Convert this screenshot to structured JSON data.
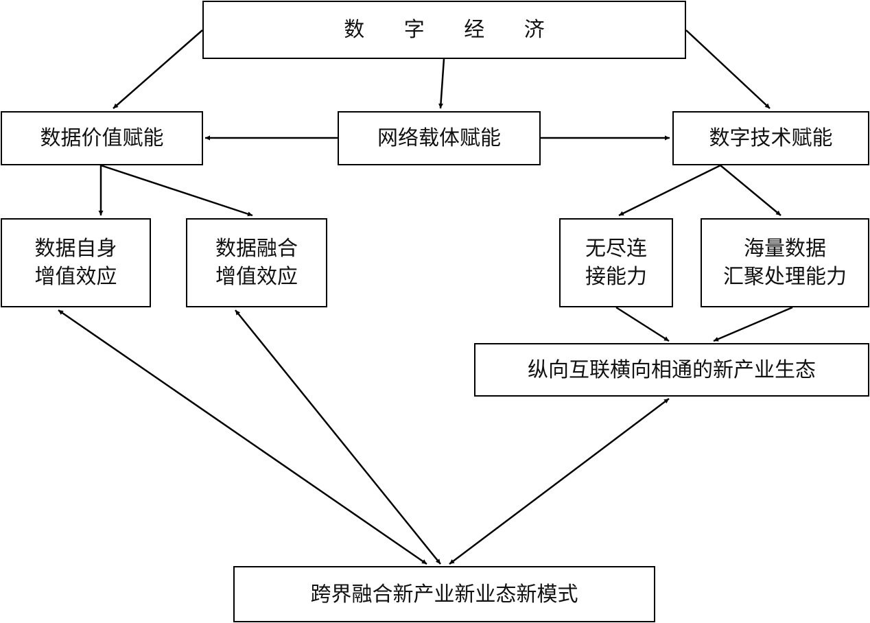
{
  "diagram": {
    "nodes": {
      "digital_economy": "数 字 经 济",
      "data_value": "数据价值赋能",
      "network_carrier": "网络载体赋能",
      "digital_tech": "数字技术赋能",
      "data_self": [
        "数据自身",
        "增值效应"
      ],
      "data_fusion": [
        "数据融合",
        "增值效应"
      ],
      "infinite_connect": [
        "无尽连",
        "接能力"
      ],
      "massive_data": [
        "海量数据",
        "汇聚处理能力"
      ],
      "new_ecosystem": "纵向互联横向相通的新产业生态",
      "cross_border": "跨界融合新产业新业态新模式"
    },
    "edges": [
      {
        "from": "digital_economy",
        "to": "data_value",
        "kind": "arrow"
      },
      {
        "from": "digital_economy",
        "to": "network_carrier",
        "kind": "arrow"
      },
      {
        "from": "digital_economy",
        "to": "digital_tech",
        "kind": "arrow"
      },
      {
        "from": "network_carrier",
        "to": "data_value",
        "kind": "arrow"
      },
      {
        "from": "network_carrier",
        "to": "digital_tech",
        "kind": "arrow"
      },
      {
        "from": "data_value",
        "to": "data_self",
        "kind": "arrow"
      },
      {
        "from": "data_value",
        "to": "data_fusion",
        "kind": "arrow"
      },
      {
        "from": "digital_tech",
        "to": "infinite_connect",
        "kind": "arrow"
      },
      {
        "from": "digital_tech",
        "to": "massive_data",
        "kind": "arrow"
      },
      {
        "from": "infinite_connect",
        "to": "new_ecosystem",
        "kind": "arrow"
      },
      {
        "from": "massive_data",
        "to": "new_ecosystem",
        "kind": "arrow"
      },
      {
        "from": "data_self",
        "to": "cross_border",
        "kind": "double-arrow"
      },
      {
        "from": "data_fusion",
        "to": "cross_border",
        "kind": "double-arrow"
      },
      {
        "from": "new_ecosystem",
        "to": "cross_border",
        "kind": "double-arrow"
      }
    ]
  }
}
